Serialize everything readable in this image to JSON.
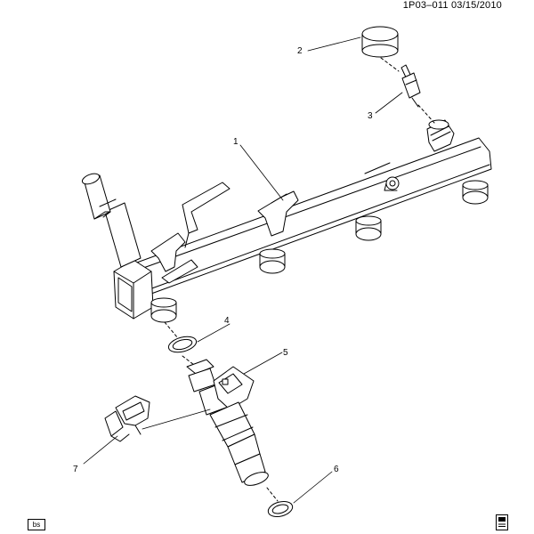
{
  "header": {
    "doc_id": "1P03–011",
    "date": "03/15/2010"
  },
  "callouts": [
    {
      "num": "1"
    },
    {
      "num": "2"
    },
    {
      "num": "3"
    },
    {
      "num": "4"
    },
    {
      "num": "5"
    },
    {
      "num": "6"
    },
    {
      "num": "7"
    }
  ],
  "footer": {
    "left_badge": "bs",
    "right_icon": "book-page-icon"
  },
  "colors": {
    "line": "#000000",
    "background": "#ffffff"
  }
}
